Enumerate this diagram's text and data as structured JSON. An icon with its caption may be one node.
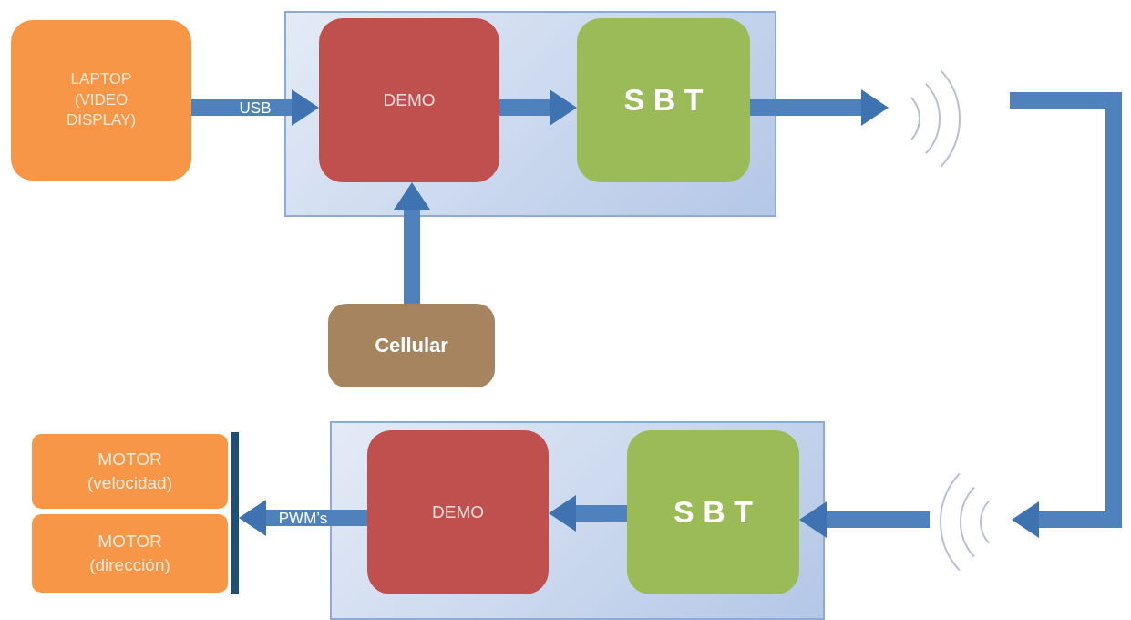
{
  "diagram": {
    "nodes": [
      {
        "text": [],
        "shape": "box"
      },
      {
        "text": [
          "LAPTOP (VIDEO DISPLAY)"
        ]
      },
      {
        "text": [
          "DEMO"
        ],
        "in": 0
      },
      {
        "text": [
          "S B T"
        ],
        "in": 0
      },
      {
        "text": [
          "Cellular"
        ]
      },
      {
        "text": [],
        "shape": "picture"
      },
      {
        "text": [],
        "shape": "picture"
      },
      {
        "text": [],
        "shape": "box"
      },
      {
        "text": [
          "DEMO"
        ],
        "in": 7
      },
      {
        "text": [
          "S B T"
        ],
        "in": 7
      },
      {
        "text": [],
        "shape": "bar"
      },
      {
        "text": [
          "MOTOR (velocidad)"
        ]
      },
      {
        "text": [
          "MOTOR (dirección)"
        ]
      }
    ],
    "edges": [
      {
        "from": 1,
        "to": 2,
        "arrow": "to",
        "label": "USB"
      },
      {
        "from": 4,
        "to": 2,
        "arrow": "to"
      },
      {
        "from": 2,
        "to": 3,
        "arrow": "to"
      },
      {
        "from": 3,
        "to": 5,
        "arrow": "to"
      },
      {
        "from": null,
        "to": 6,
        "arrow": "to"
      },
      {
        "from": 6,
        "to": 9,
        "arrow": "to"
      },
      {
        "from": 9,
        "to": 8,
        "arrow": "to"
      },
      {
        "from": 8,
        "to": 10,
        "arrow": "to",
        "label": "PWM’s"
      }
    ]
  }
}
